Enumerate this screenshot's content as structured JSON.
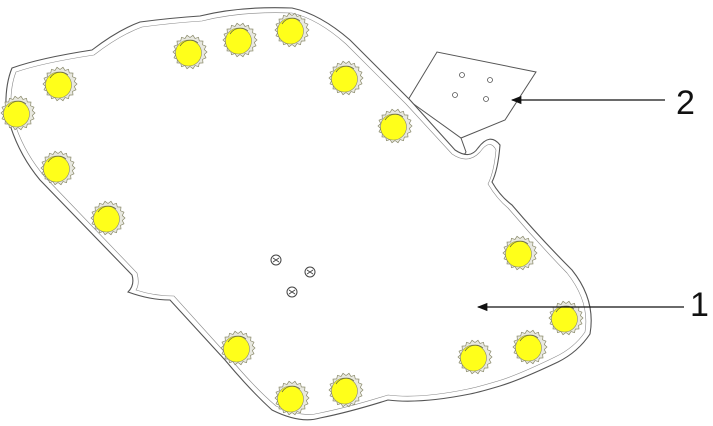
{
  "callouts": [
    {
      "id": "1",
      "text": "1"
    },
    {
      "id": "2",
      "text": "2"
    }
  ],
  "colors": {
    "outline": "#555555",
    "bulb_fill": "#ffff1a",
    "bulb_ring": "#8a8a6a",
    "leader": "#111111"
  },
  "icons": {
    "bulb": "led-bulb-icon",
    "screw": "screw-icon"
  }
}
